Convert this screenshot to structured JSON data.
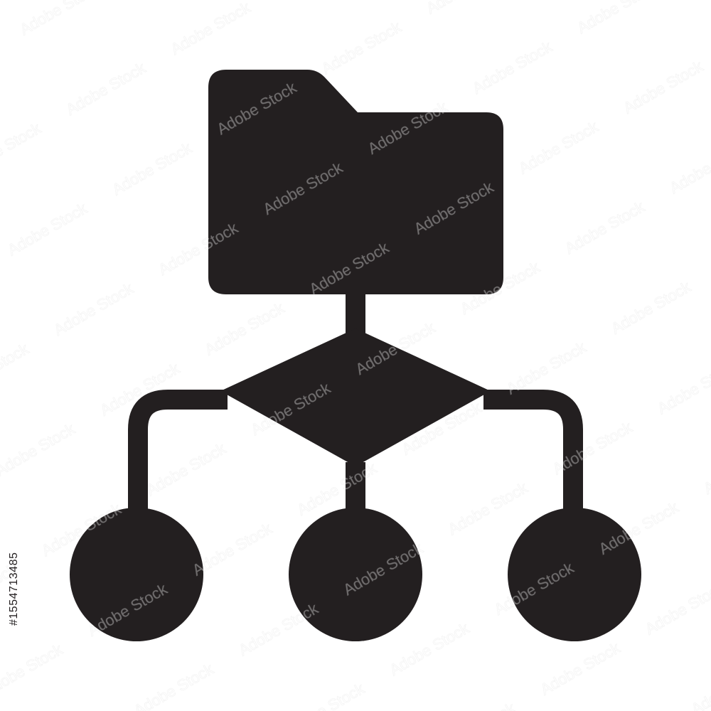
{
  "colors": {
    "background": "#ffffff",
    "icon_fill": "#231f20"
  },
  "icon": {
    "name": "folder-hierarchy-icon",
    "parts": [
      "folder-icon",
      "diamond-decision-node",
      "circle-node-left",
      "circle-node-center",
      "circle-node-right"
    ]
  },
  "stock_id": "#1554713485",
  "watermark": {
    "text": "Adobe Stock"
  }
}
